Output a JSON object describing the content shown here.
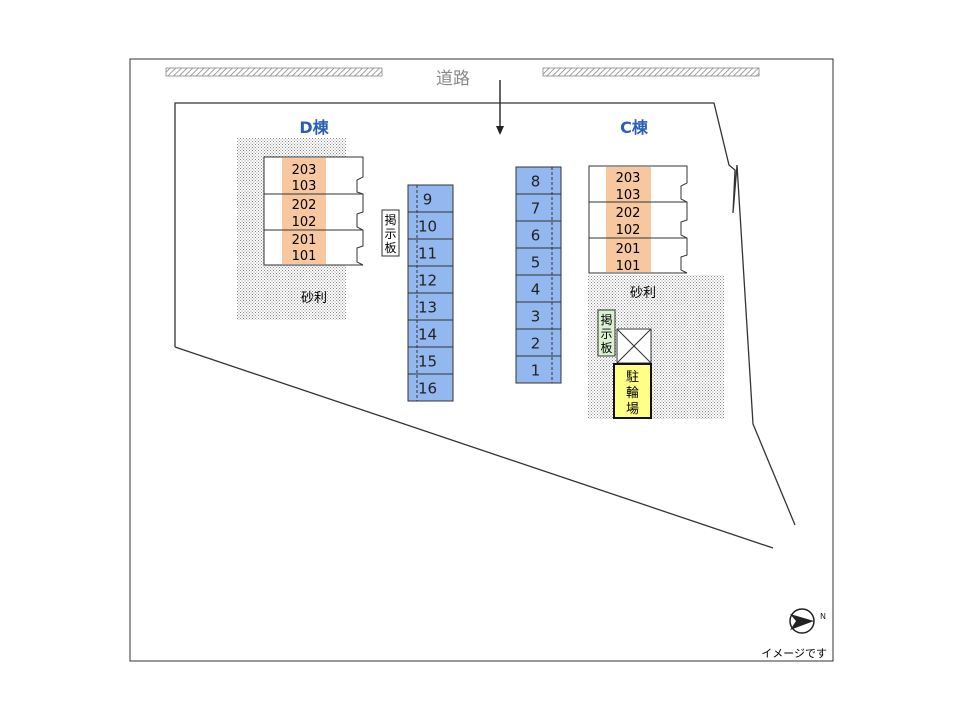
{
  "road_label": "道路",
  "buildings": {
    "d": {
      "title": "D棟",
      "units": [
        {
          "upper": "203",
          "lower": "103"
        },
        {
          "upper": "202",
          "lower": "102"
        },
        {
          "upper": "201",
          "lower": "101"
        }
      ]
    },
    "c": {
      "title": "C棟",
      "units": [
        {
          "upper": "203",
          "lower": "103"
        },
        {
          "upper": "202",
          "lower": "102"
        },
        {
          "upper": "201",
          "lower": "101"
        }
      ]
    }
  },
  "gravel_label": "砂利",
  "notice_board": {
    "chars": [
      "掲",
      "示",
      "板"
    ]
  },
  "bicycle_parking": {
    "chars": [
      "駐",
      "輪",
      "場"
    ]
  },
  "parking_column_left": [
    "9",
    "10",
    "11",
    "12",
    "13",
    "14",
    "15",
    "16"
  ],
  "parking_column_right": [
    "8",
    "7",
    "6",
    "5",
    "4",
    "3",
    "2",
    "1"
  ],
  "compass_letter": "N",
  "image_note": "イメージです",
  "colors": {
    "parking_fill": "#93b8ef",
    "unit_fill": "#f7c8a0",
    "bicycle_fill": "#ffff88",
    "notice_left_fill": "#ffffff",
    "notice_right_fill": "#d9f2d0",
    "title_color": "#2b5fb4"
  }
}
